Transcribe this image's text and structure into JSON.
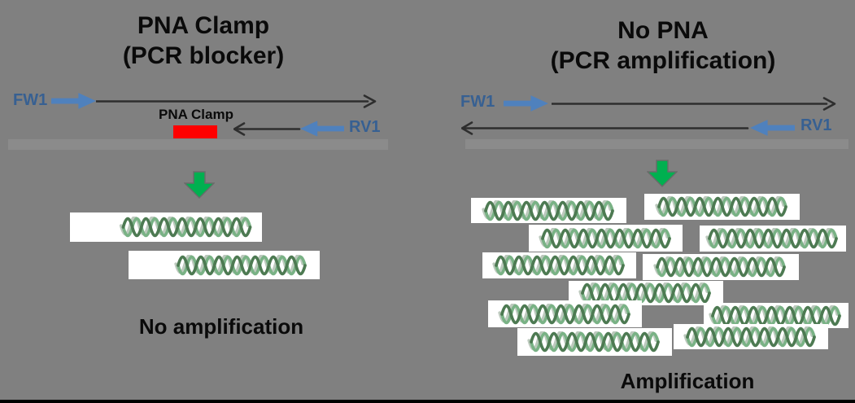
{
  "left": {
    "title_line1": "PNA Clamp",
    "title_line2": "(PCR blocker)",
    "forward_primer": "FW1",
    "reverse_primer": "RV1",
    "clamp_label": "PNA Clamp",
    "result": "No amplification",
    "product_count": 2
  },
  "right": {
    "title_line1": "No PNA",
    "title_line2": "(PCR amplification)",
    "forward_primer": "FW1",
    "reverse_primer": "RV1",
    "result": "Amplification",
    "product_count": 11
  },
  "colors": {
    "background": "#808080",
    "primer_arrow_blue": "#4f81bd",
    "primer_label_blue": "#376092",
    "pna_clamp_red": "#fe0000",
    "process_arrow_green": "#00b050",
    "dna_line_dark": "#2e2e2e",
    "template_band_gray": "#8b8b8b",
    "helix_dark_green": "#4d7a52",
    "helix_light_green": "#79b285",
    "helix_ghost_green": "#b5c3b6",
    "product_box_white": "#ffffff",
    "bottom_bar_black": "#000000"
  }
}
